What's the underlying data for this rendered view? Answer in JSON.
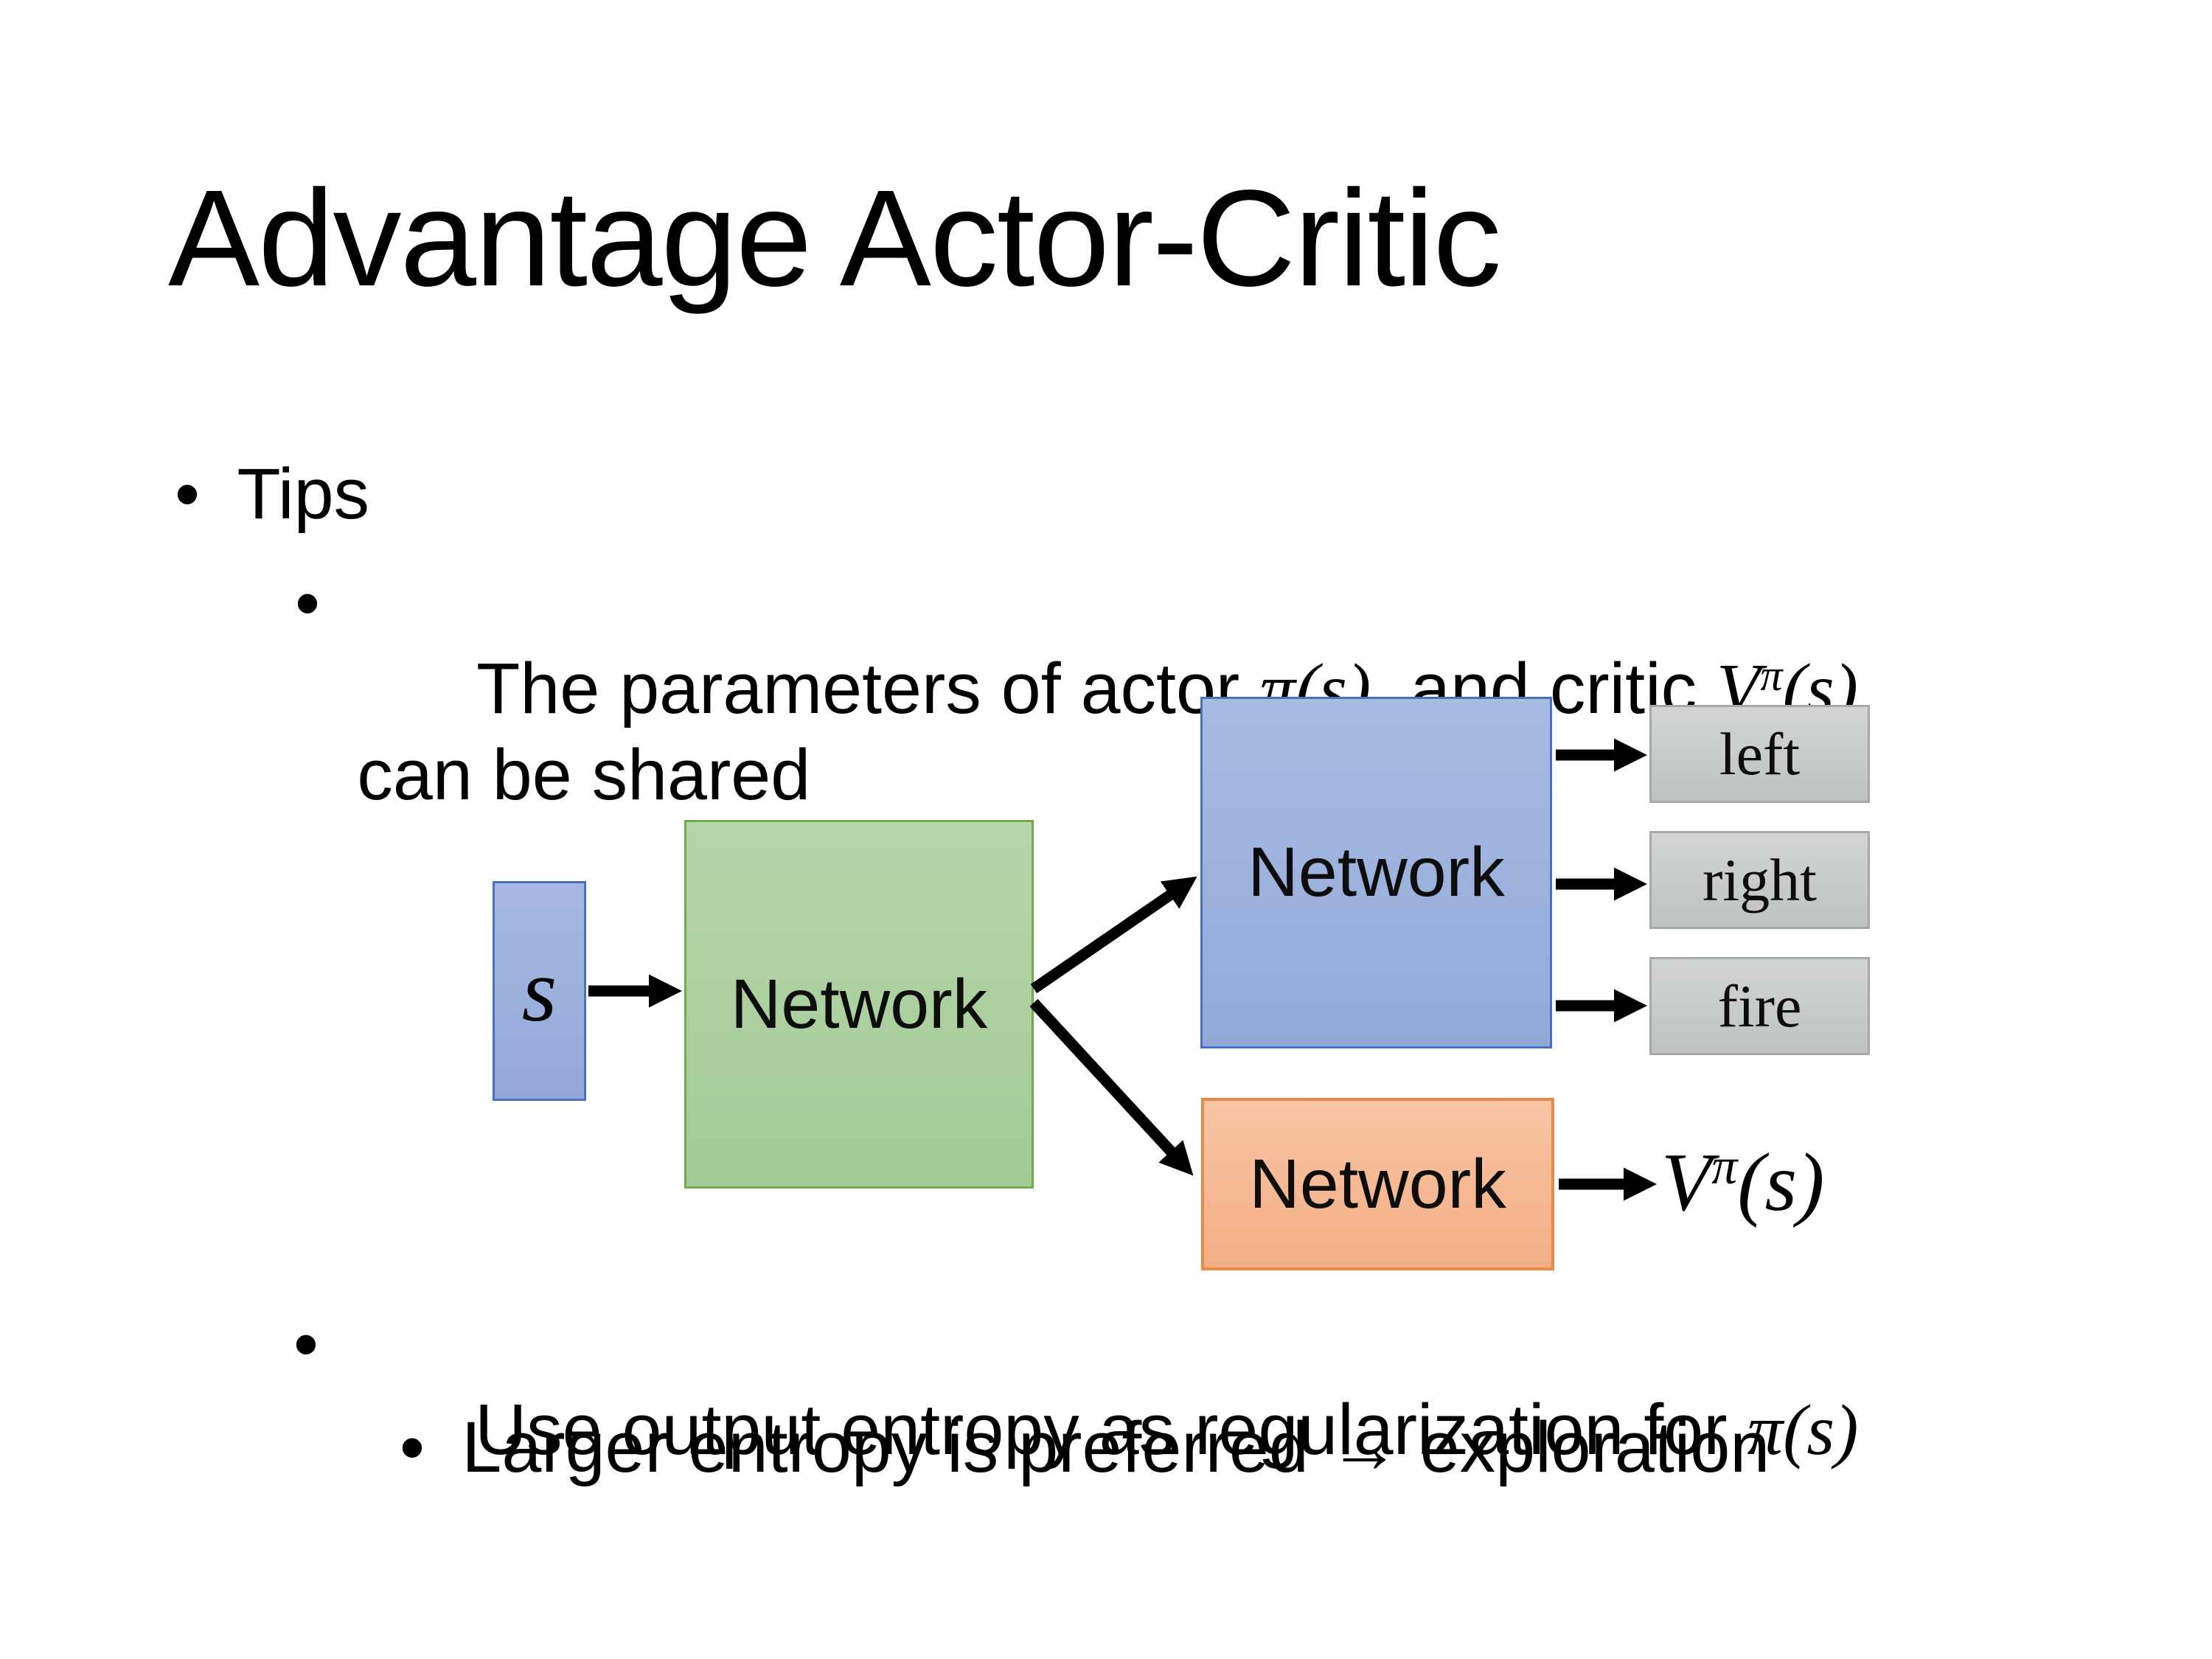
{
  "slide": {
    "title": "Advantage Actor-Critic",
    "bullet_char": "•",
    "tips_label": "Tips",
    "param_pre": "The parameters of actor ",
    "param_pi": "π(s)",
    "param_mid": "  and critic ",
    "param_v_base": "V",
    "param_v_sup": "π",
    "param_v_arg": "(s)",
    "param_line2": "can be shared",
    "entropy_pre": "Use output entropy as regularization for ",
    "entropy_pi": "π(s)",
    "exploration_text": "Larger entropy is preferred → exploration"
  },
  "diagram": {
    "state_label": "s",
    "shared_network_label": "Network",
    "actor_network_label": "Network",
    "critic_network_label": "Network",
    "action_left": "left",
    "action_right": "right",
    "action_fire": "fire",
    "value_base": "V",
    "value_sup": "π",
    "value_arg": "(s)",
    "colors": {
      "state_fill_top": "#a7b9e2",
      "state_fill_bottom": "#93a8d8",
      "state_border": "#4a71bd",
      "shared_fill_top": "#b5d5aa",
      "shared_fill_bottom": "#a3cb95",
      "shared_border": "#73aa50",
      "actor_fill_top": "#a8bce2",
      "actor_fill_bottom": "#92a9d8",
      "actor_border": "#4a71bd",
      "critic_fill_top": "#f8c5a5",
      "critic_fill_bottom": "#f3ae85",
      "critic_border": "#e98a48",
      "action_fill_top": "#d3d5d5",
      "action_fill_bottom": "#bfc2c2",
      "action_border": "#a6a9a9",
      "arrow": "#000000"
    }
  }
}
